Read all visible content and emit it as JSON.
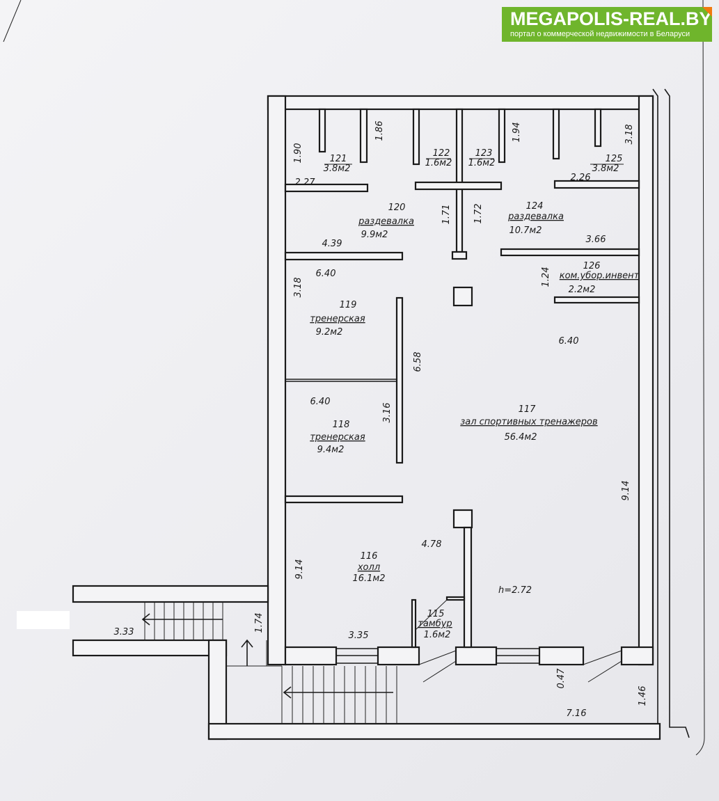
{
  "logo": {
    "title": "MEGAPOLIS-REAL.BY",
    "subtitle": "портал о коммерческой недвижимости в Беларуси",
    "color": "#6fb52c",
    "accent": "#f07a10"
  },
  "rooms": [
    {
      "num": "121",
      "area": "3.8м2"
    },
    {
      "num": "122",
      "area": "1.6м2"
    },
    {
      "num": "123",
      "area": "1.6м2"
    },
    {
      "num": "125",
      "area": "3.8м2"
    },
    {
      "num": "120",
      "name": "раздевалка",
      "area": "9.9м2"
    },
    {
      "num": "124",
      "name": "раздевалка",
      "area": "10.7м2"
    },
    {
      "num": "126",
      "name": "ком.убор.инвент",
      "area": "2.2м2"
    },
    {
      "num": "119",
      "name": "тренерская",
      "area": "9.2м2"
    },
    {
      "num": "118",
      "name": "тренерская",
      "area": "9.4м2"
    },
    {
      "num": "117",
      "name": "зал спортивных тренажеров",
      "area": "56.4м2"
    },
    {
      "num": "116",
      "name": "холл",
      "area": "16.1м2"
    },
    {
      "num": "115",
      "name": "тамбур",
      "area": "1.6м2"
    }
  ],
  "height_note": "h=2.72",
  "dimensions": {
    "horizontal": [
      "2.27",
      "4.39",
      "6.40",
      "2.26",
      "3.66",
      "6.40",
      "6.40",
      "4.78",
      "3.35",
      "3.33",
      "7.16"
    ],
    "vertical": [
      "1.90",
      "1.86",
      "1.94",
      "3.18",
      "1.71",
      "1.72",
      "1.24",
      "3.18",
      "6.58",
      "3.16",
      "9.14",
      "9.14",
      "1.74",
      "0.47",
      "1.46"
    ]
  }
}
